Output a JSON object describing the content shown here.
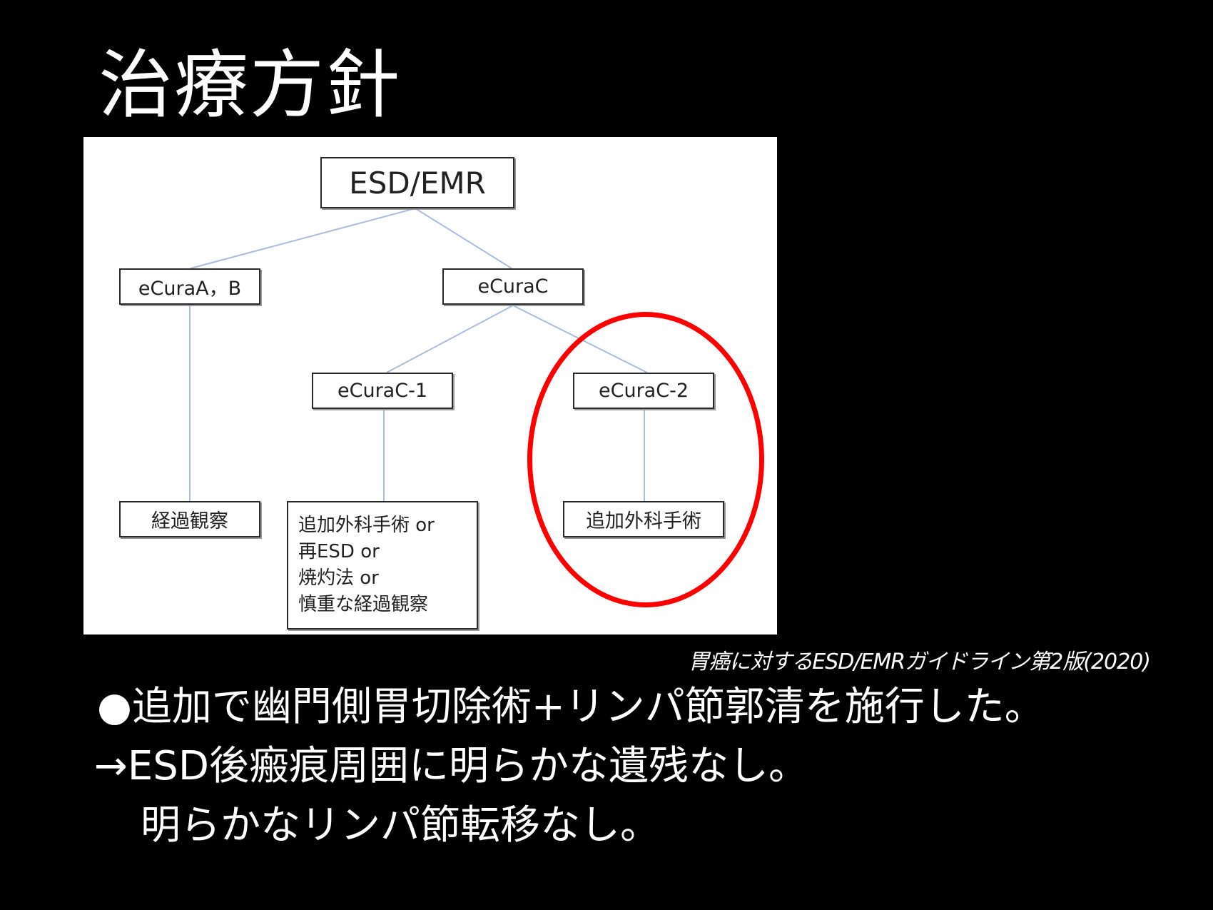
{
  "slide": {
    "title": "治療方針",
    "citation": "胃癌に対するESD/EMRガイドライン第2版(2020)",
    "body_lines": [
      "●追加で幽門側胃切除術+リンパ節郭清を施行した。",
      "→ESD後瘢痕周囲に明らかな遺残なし。",
      "明らかなリンパ節転移なし。"
    ]
  },
  "diagram": {
    "root": "ESD/EMR",
    "ecura_ab": "eCuraA，B",
    "ecura_c": "eCuraC",
    "ecura_c1": "eCuraC-1",
    "ecura_c2": "eCuraC-2",
    "observation": "経過観察",
    "c1_options": [
      "追加外科手術 or",
      "再ESD or",
      "焼灼法 or",
      "慎重な経過観察"
    ],
    "c2_treatment": "追加外科手術",
    "line_color": "#a9bde0",
    "highlight_color": "#ff0000"
  }
}
